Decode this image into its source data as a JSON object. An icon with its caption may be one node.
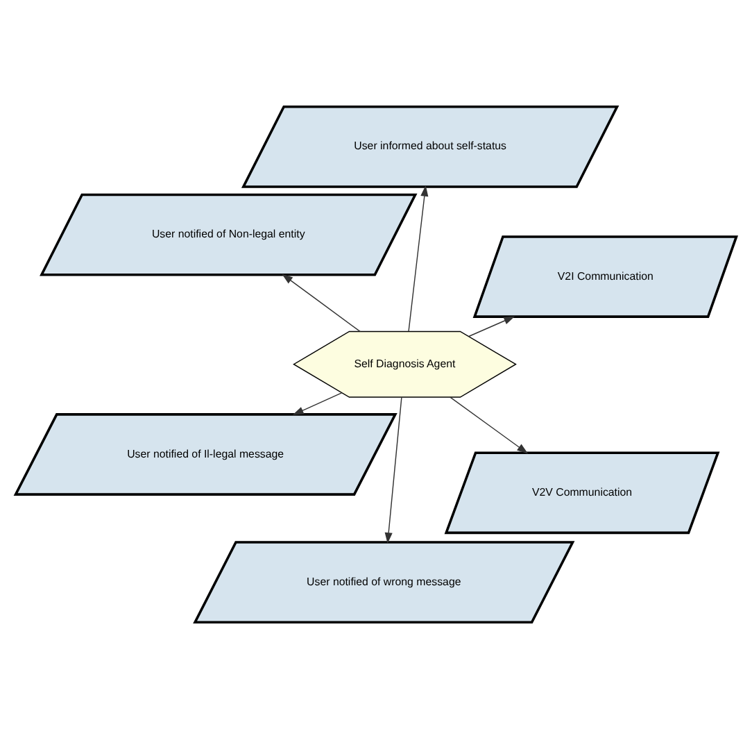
{
  "diagram": {
    "nodes": [
      {
        "text": [
          "User informed about self-status"
        ]
      },
      {
        "text": [
          "User notified of wrong message"
        ]
      },
      {
        "text": [
          "V2V Communication"
        ]
      },
      {
        "text": [
          "Self Diagnosis Agent"
        ]
      },
      {
        "text": [
          "User notified of Non-legal entity"
        ]
      },
      {
        "text": [
          "User notified of Il-legal message"
        ]
      },
      {
        "text": [
          "V2I Communication"
        ]
      }
    ],
    "edges": [
      {
        "from": 3,
        "to": 0,
        "arrow": "to"
      },
      {
        "from": 3,
        "to": 1,
        "arrow": "to"
      },
      {
        "from": 3,
        "to": 2,
        "arrow": "to"
      },
      {
        "from": 3,
        "to": 4,
        "arrow": "to"
      },
      {
        "from": 3,
        "to": 5,
        "arrow": "to"
      },
      {
        "from": 3,
        "to": 6,
        "arrow": "to"
      }
    ]
  }
}
